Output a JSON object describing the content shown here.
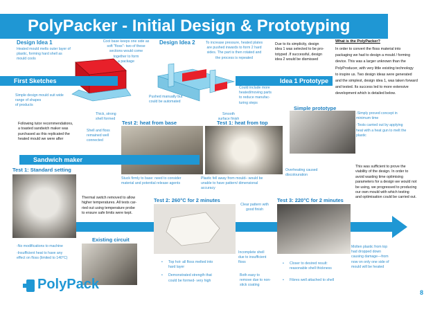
{
  "title": "PolyPacker - Initial Design & Prototyping",
  "page_number": "8",
  "logo": {
    "text": "PolyPack"
  },
  "sections": {
    "first_sketches": "First Sketches",
    "idea1_prototype": "Idea 1 Prototype",
    "sandwich_maker": "Sandwich maker",
    "simple_prototype": "Simple prototype",
    "existing_circuit": "Existing circuit"
  },
  "design_idea_1": {
    "heading": "Design Idea 1",
    "text": [
      "Heated mould melts outer layer of",
      "plastic, forming hard shell as",
      "mould cools"
    ],
    "cool_base": [
      "Cool base keeps one side as",
      "soft \"floss\"- two of these",
      "sections would come",
      "together to form",
      "a package"
    ]
  },
  "design_idea_2": {
    "heading": "Design Idea 2",
    "text": [
      "To increase pressure, heated plates",
      "are pushed inwards to form 2 hard",
      "sides. The part is then rotated and",
      "the process is repeated"
    ],
    "pushed": [
      "Pushed manually but",
      "could be automated"
    ],
    "more_parts": [
      "Could include more",
      "heated/moving parts",
      "to reduce  manufac-",
      "turing steps"
    ]
  },
  "due_to_simplicity": [
    "Due to its simplicity, design",
    "idea 1 was selected to be pro-",
    "totyped .If successful, design",
    "idea 2 would be dismissed"
  ],
  "polypacker_box": {
    "heading": "What is the PolyPacker?",
    "lines": [
      "In order to convert the floss material into",
      "packaging we had to design a mould / forming",
      "device. This was a larger unknown than the",
      "PolyProducer, with very little existing technology",
      "to inspire us. Two design ideas were generated",
      "and the simplest, design idea 1, was taken forward",
      "and tested. Its success led to more extensive",
      "development which is detailed below."
    ]
  },
  "simple_mould": [
    "Simple design mould suit wide",
    "range of   shapes",
    "of products"
  ],
  "thick_strong": [
    "Thick, strong",
    "shell formed"
  ],
  "smooth_finish": [
    "Smooth",
    "surface finish"
  ],
  "following": [
    "Following tutor recommendations,",
    "a toasted sandwich maker was",
    "purchased as this replicated the",
    "heated mould we were after"
  ],
  "shell_floss": [
    "Shell and floss",
    "remained well",
    "connected"
  ],
  "test2_base": "Test 2: heat from base",
  "test1_top": "Test 1: heat from top",
  "simple_proto_notes": [
    "-Simply proved concept in",
    "minimum time",
    "-Tests carried out by applying",
    "heat with a heat gun to melt the",
    "plastic"
  ],
  "test1_standard": "Test 1: Standard setting",
  "stuck_firmly": [
    "Stuck firmly to base: need to consider",
    "material and potential release agents"
  ],
  "plastic_fell": [
    "Plastic fell away from mould– would be",
    "unable to have pattern/ dimensional",
    "accuracy"
  ],
  "overheating": [
    "Overheating caused",
    "discolouration"
  ],
  "sufficient": [
    "This was sufficient to prove the",
    "viability of the design. In order to",
    "avoid wasting time optimising",
    "parameters for a design we would not",
    "be using, we progressed to producing",
    "our own mould with which testing",
    "and optimisation could be carried out."
  ],
  "thermal_switch": [
    "Thermal switch removed to allow",
    "higher temperatures. All tests car-",
    "ried out using temperature probe",
    "to ensure safe limits were kept."
  ],
  "test2_260": "Test 2: 260°C for 2 minutes",
  "clear_pattern": [
    "Clear pattern with",
    "good finish"
  ],
  "test3_220": "Test 3: 220°C for 2 minutes",
  "no_mods": [
    "-No modifications to machine",
    "",
    "-Insufficient heat to have any",
    "effect on floss (limited to 140°C)"
  ],
  "test2_bullets": [
    [
      "Top hot- all floss melted into",
      "hard layer"
    ],
    [
      "Demonstrated strength that",
      "could be formed- very high"
    ]
  ],
  "incomplete": [
    "Incomplete shell",
    "due to insufficient",
    "floss"
  ],
  "both_easy": [
    "Both easy to",
    "remove due to non-",
    "stick coating"
  ],
  "test3_bullets": [
    [
      "Closer to desired result:",
      "reasonable shell thickness"
    ],
    [
      "Fibres well attached to shell"
    ]
  ],
  "molten": [
    "Molten plastic from top",
    "had dropped down",
    "causing damage—from",
    "now on only one side of",
    "mould will be heated"
  ]
}
